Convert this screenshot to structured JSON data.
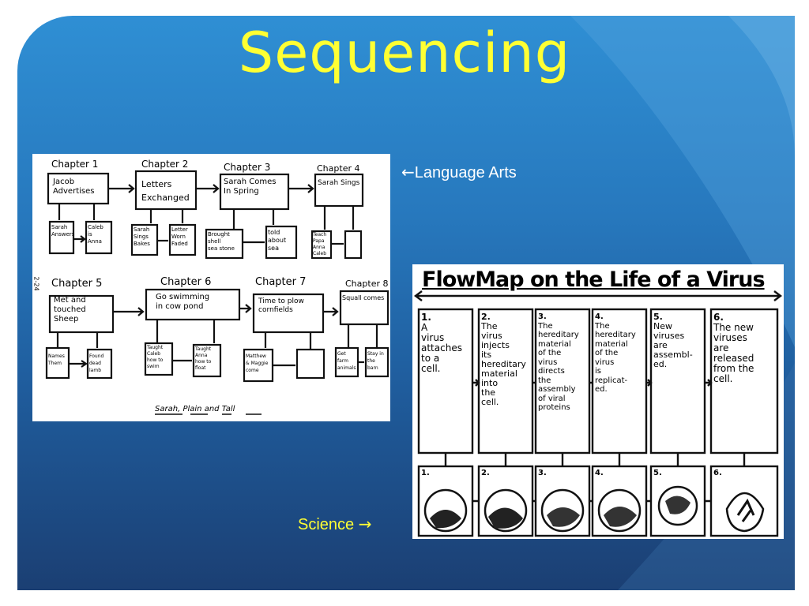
{
  "slide": {
    "title": "Sequencing",
    "colors": {
      "title": "#ffff33",
      "background_top": "#2f8fd4",
      "background_bottom": "#1b3f73",
      "science_caption": "#ffff33",
      "language_caption": "#ffffff"
    }
  },
  "captions": {
    "language_arts": {
      "arrow": "←",
      "text": "Language Arts"
    },
    "science": {
      "text": "Science",
      "arrow": "→"
    }
  },
  "language_image": {
    "chapters": [
      {
        "label": "Chapter 1",
        "box": [
          "Jacob",
          "Advertises"
        ],
        "details": [
          [
            "Sarah",
            "Answers"
          ],
          [
            "Caleb",
            "is",
            "Anna"
          ]
        ]
      },
      {
        "label": "Chapter 2",
        "box": [
          "Letters",
          "Exchanged"
        ],
        "details": [
          [
            "Sarah",
            "Sings",
            "Bakes"
          ],
          [
            "Letter",
            "Worn",
            "Faded"
          ]
        ]
      },
      {
        "label": "Chapter 3",
        "box": [
          "Sarah Comes",
          "In Spring"
        ],
        "details": [
          [
            "Brought",
            "shell",
            "sea stone"
          ],
          [
            "told",
            "about",
            "sea"
          ]
        ]
      },
      {
        "label": "Chapter 4",
        "box": [
          "Sarah Sings"
        ],
        "details": [
          [
            "Teach",
            "Papa",
            "Anna",
            "Caleb"
          ],
          []
        ]
      },
      {
        "label": "Chapter 5",
        "box": [
          "Met and",
          "touched",
          "Sheep"
        ],
        "details": [
          [
            "Names",
            "Them"
          ],
          [
            "Found",
            "dead",
            "lamb"
          ]
        ]
      },
      {
        "label": "Chapter 6",
        "box": [
          "Go swimming",
          "in cow pond"
        ],
        "details": [
          [
            "Taught",
            "Caleb",
            "how to",
            "swim"
          ],
          [
            "Taught",
            "Anna",
            "how to",
            "float"
          ]
        ]
      },
      {
        "label": "Chapter 7",
        "box": [
          "Time to plow",
          "cornfields"
        ],
        "details": [
          [
            "Matthew",
            "& Maggie",
            "come"
          ],
          []
        ]
      },
      {
        "label": "Chapter 8",
        "box": [
          "Squall comes"
        ],
        "details": [
          [
            "Get",
            "farm",
            "animals"
          ],
          [
            "Stay in",
            "the",
            "barn"
          ]
        ]
      }
    ],
    "footer": {
      "title": "Sarah",
      "sep1": ",",
      "w2": "Plain",
      "w3": "and",
      "w4": "Tall"
    },
    "side_note": "2-24"
  },
  "science_image": {
    "title": "FlowMap on the Life of a Virus",
    "steps": [
      {
        "num": "1.",
        "text": [
          "A",
          "virus",
          "attaches",
          "to a",
          "cell."
        ]
      },
      {
        "num": "2.",
        "text": [
          "The",
          "virus",
          "injects",
          "its",
          "hereditary",
          "material",
          "into",
          "the",
          "cell."
        ]
      },
      {
        "num": "3.",
        "text": [
          "The",
          "hereditary",
          "material",
          "of the",
          "virus",
          "directs",
          "the",
          "assembly",
          "of viral",
          "proteins"
        ]
      },
      {
        "num": "4.",
        "text": [
          "The",
          "hereditary",
          "material",
          "of the",
          "virus",
          "is",
          "replicat-",
          "ed."
        ]
      },
      {
        "num": "5.",
        "text": [
          "New",
          "viruses",
          "are",
          "assembl-",
          "ed."
        ]
      },
      {
        "num": "6.",
        "text": [
          "The new",
          "viruses",
          "are",
          "released",
          "from the",
          "cell."
        ]
      }
    ],
    "pictures": [
      "1.",
      "2.",
      "3.",
      "4.",
      "5.",
      "6."
    ]
  }
}
